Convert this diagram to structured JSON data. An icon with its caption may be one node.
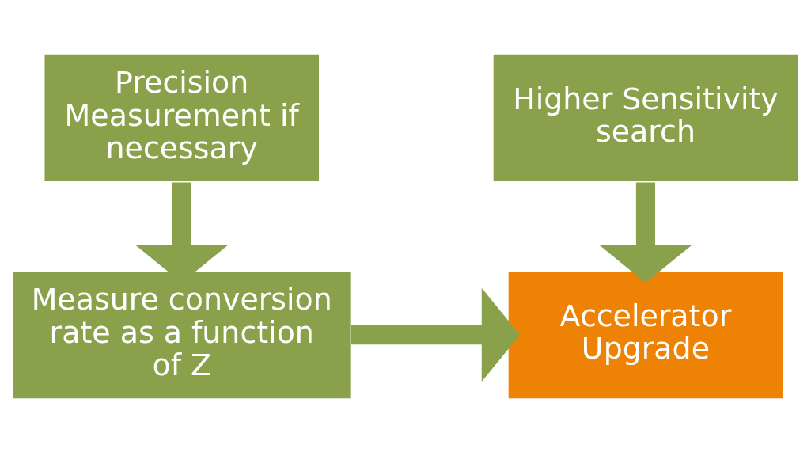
{
  "diagram": {
    "nodes": [
      {
        "text": [
          "Precision Measurement if necessary"
        ]
      },
      {
        "text": [
          "Higher Sensitivity search"
        ]
      },
      {
        "text": [
          "Measure conversion rate as a function of Z"
        ]
      },
      {
        "text": [
          "Accelerator Upgrade"
        ]
      }
    ],
    "edges": [
      {
        "from": 0,
        "to": 2,
        "arrow": "to"
      },
      {
        "from": 1,
        "to": 3,
        "arrow": "to"
      },
      {
        "from": 2,
        "to": 3,
        "arrow": "to"
      }
    ]
  }
}
